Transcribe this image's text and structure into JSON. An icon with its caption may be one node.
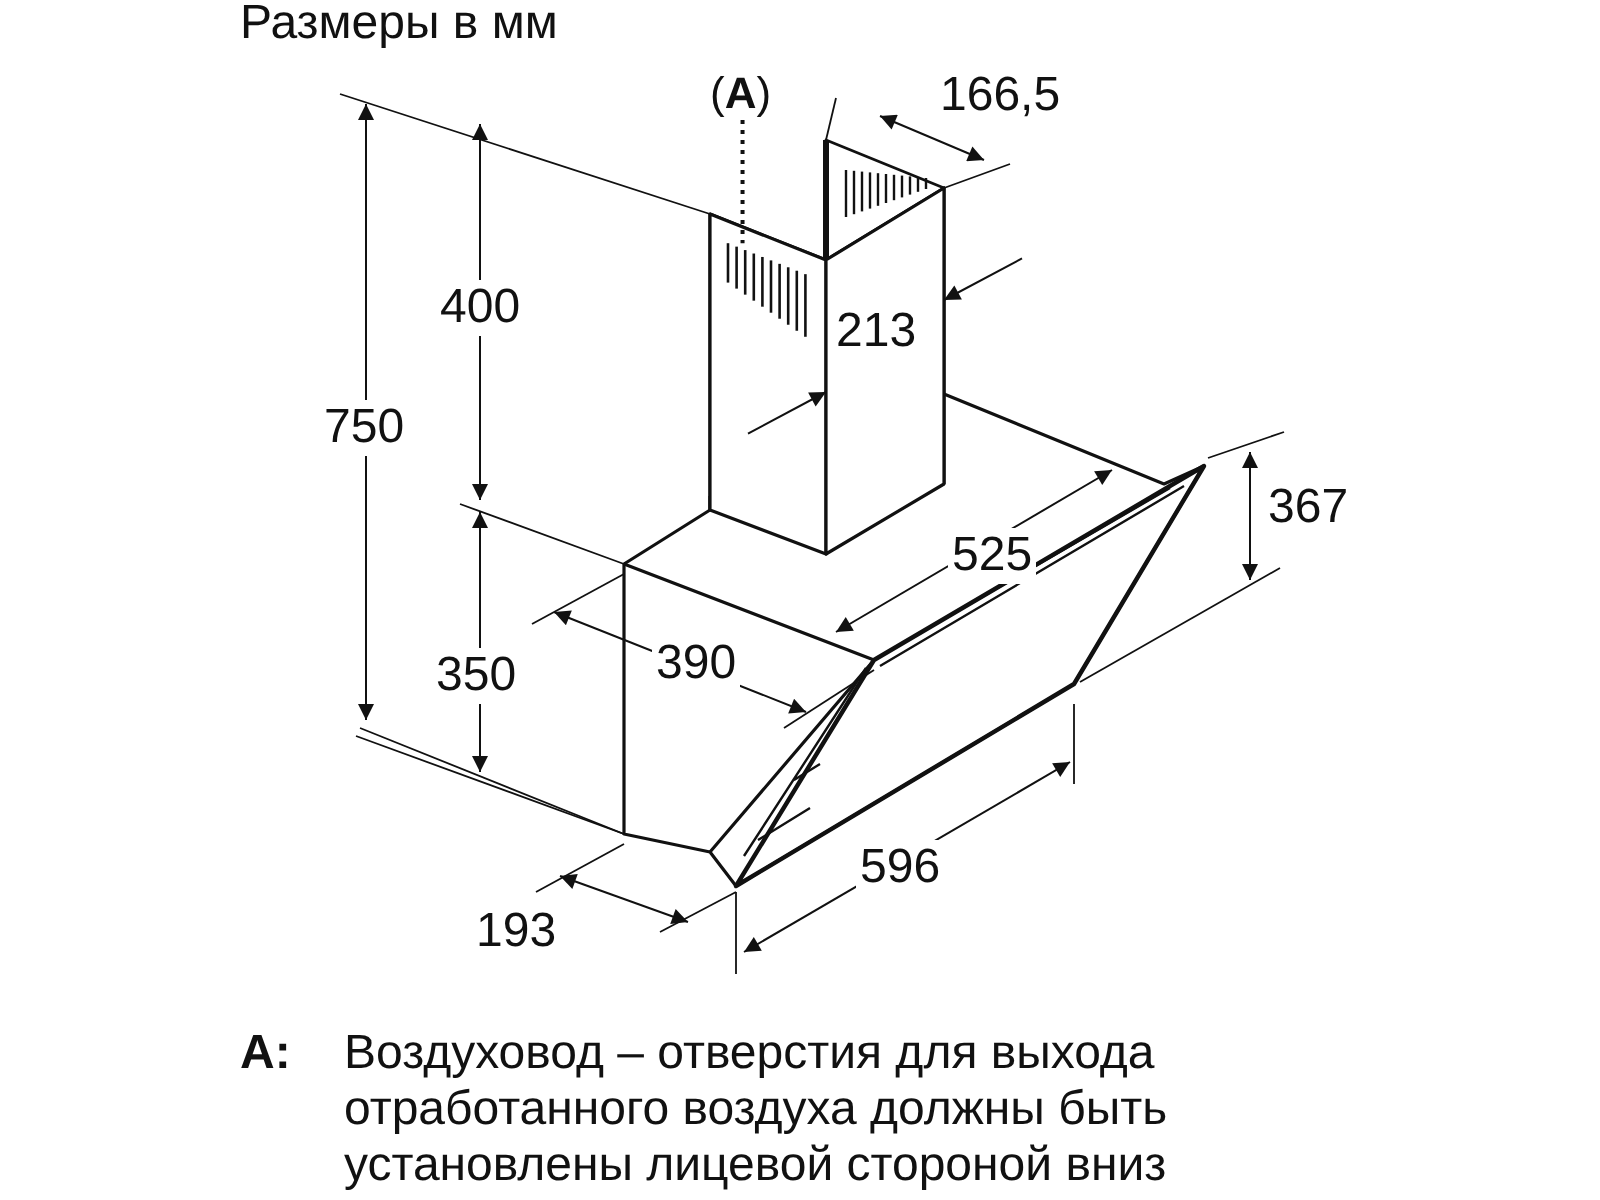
{
  "diagram": {
    "nodes": [
      {
        "text": [
          "(**A**)"
        ]
      },
      {
        "text": [],
        "shape": "picture"
      }
    ],
    "edges": [
      {
        "from": 0,
        "to": 1,
        "arrow": "none",
        "style": "dashed"
      }
    ],
    "labels": [
      "Размеры в мм",
      "166,5",
      "400",
      "213",
      "750",
      "525",
      "367",
      "350",
      "390",
      "596",
      "193",
      "A:",
      "Воздуховод – отверстия для выхода отработанного воздуха должны быть установлены лицевой стороной вниз"
    ]
  }
}
